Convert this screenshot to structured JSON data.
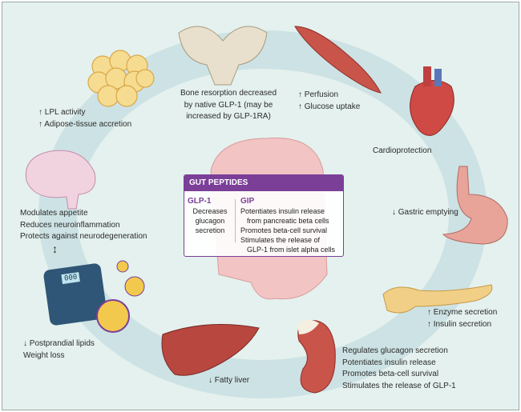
{
  "gut_peptides": {
    "title": "GUT PEPTIDES",
    "glp1": {
      "name": "GLP-1",
      "lines": [
        "Decreases",
        "glucagon",
        "secretion"
      ]
    },
    "gip": {
      "name": "GIP",
      "lines": [
        "Potentiates insulin release",
        "from pancreatic beta cells",
        "Promotes beta-cell survival",
        "Stimulates the release of",
        "GLP-1 from islet alpha cells"
      ]
    }
  },
  "effects": {
    "adipose": [
      "↑ LPL activity",
      "↑ Adipose-tissue accretion"
    ],
    "bone": [
      "Bone resorption decreased",
      "by native GLP-1 (may be",
      "increased by GLP-1RA)"
    ],
    "muscle": [
      "↑ Perfusion",
      "↑ Glucose uptake"
    ],
    "heart": [
      "Cardioprotection"
    ],
    "stomach": [
      "↓ Gastric emptying"
    ],
    "pancreas": [
      "↑ Enzyme secretion",
      "↑ Insulin secretion"
    ],
    "kidney": [
      "Regulates glucagon secretion",
      "Potentiates insulin release",
      "Promotes beta-cell survival",
      "Stimulates the release of GLP-1"
    ],
    "liver": [
      "↓ Fatty liver"
    ],
    "weight": [
      "↓ Postprandial lipids",
      "Weight loss"
    ],
    "brain": [
      "Modulates appetite",
      "Reduces neuroinflammation",
      "Protects against neurodegeneration"
    ]
  },
  "scale_display": "000",
  "colors": {
    "accent": "#7b3f98",
    "ring": "#cde2e4",
    "background": "#e4f1ee"
  }
}
